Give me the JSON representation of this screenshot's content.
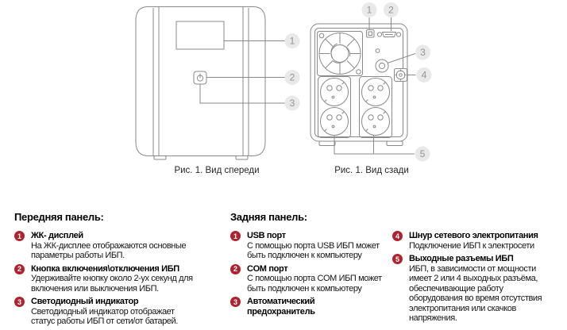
{
  "figures": {
    "front": {
      "caption": "Рис. 1. Вид спереди",
      "callouts": [
        "1",
        "2",
        "3"
      ]
    },
    "rear": {
      "caption": "Рис. 1. Вид сзади",
      "callouts": [
        "1",
        "2",
        "3",
        "4",
        "5"
      ]
    }
  },
  "legend": {
    "front_panel": {
      "heading": "Передняя панель:",
      "items": [
        {
          "num": "1",
          "title": [
            "ЖК- дисплей"
          ],
          "desc": [
            "На ЖК-дисплее отображаются основные",
            "параметры работы ИБП."
          ]
        },
        {
          "num": "2",
          "title": [
            "Кнопка включения\\отключения ИБП"
          ],
          "desc": [
            "Удерживайте кнопку около 2-ух секунд для",
            "включения или выключения ИБП."
          ]
        },
        {
          "num": "3",
          "title": [
            "Светодиодный индикатор"
          ],
          "desc": [
            "Светодиодный индикатор отображает",
            "статус работы ИБП от сети/от батарей."
          ]
        }
      ]
    },
    "rear_panel": {
      "heading": "Задняя панель:",
      "items": [
        {
          "num": "1",
          "title": [
            "USB порт"
          ],
          "desc": [
            "С помощью порта USB ИБП может",
            "быть подключен к компьютеру"
          ]
        },
        {
          "num": "2",
          "title": [
            "COM порт"
          ],
          "desc": [
            "С помощью порта COM ИБП может",
            "быть подключен к компьютеру"
          ]
        },
        {
          "num": "3",
          "title": [
            "Автоматический",
            "предохранитель"
          ],
          "desc": []
        }
      ]
    },
    "rear_panel_cont": {
      "items": [
        {
          "num": "4",
          "title": [
            "Шнур сетевого электропитания"
          ],
          "desc": [
            "Подключение ИБП к электросети"
          ]
        },
        {
          "num": "5",
          "title": [
            "Выходные разъемы ИБП"
          ],
          "desc": [
            "ИБП, в зависимости от мощности",
            "имеет 2 или 4 выходных разъёма,",
            "обеспечивающие работу",
            "оборудования во время отсутствия",
            "электропитания или скачков",
            "напряжения."
          ]
        }
      ]
    }
  },
  "colors": {
    "badge_red": "#ae2330",
    "diagram_line": "#8a8a8a",
    "callout_fill": "#e9e9e9",
    "callout_number": "#949494"
  }
}
